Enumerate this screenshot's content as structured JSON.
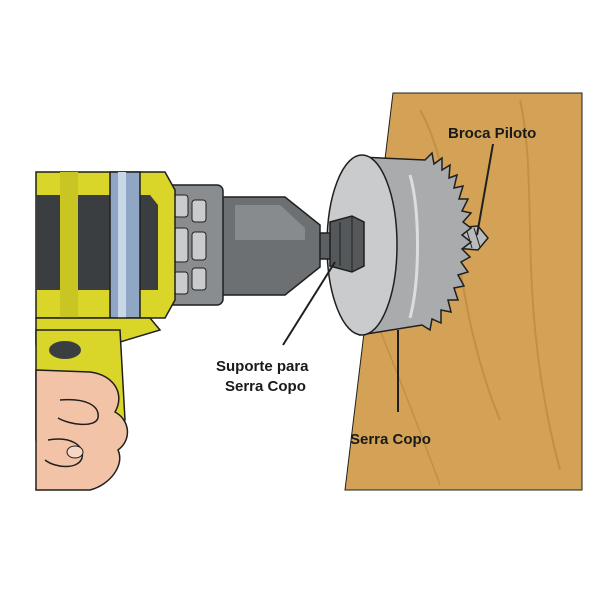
{
  "labels": {
    "pilot_bit": "Broca Piloto",
    "arbor_line1": "Suporte para",
    "arbor_line2": "Serra Copo",
    "hole_saw": "Serra Copo"
  },
  "colors": {
    "wood": "#d4a256",
    "wood_grain": "#c38f45",
    "drill_yellow": "#d9d629",
    "drill_body": "#3b3e40",
    "chuck_metal": "#8a8d90",
    "saw_metal": "#a9abad",
    "skin": "#f3c3a8",
    "outline": "#1f1f1f"
  }
}
